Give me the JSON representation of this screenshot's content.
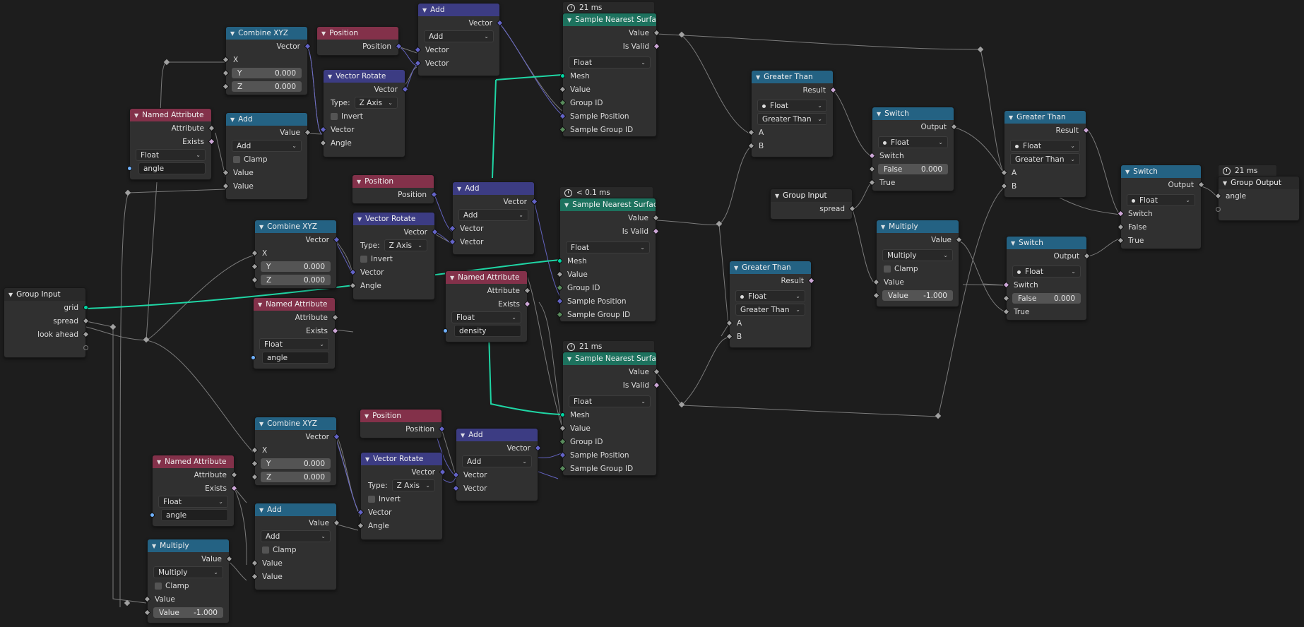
{
  "timers": {
    "t1": "21 ms",
    "t2": "< 0.1 ms",
    "t3": "21 ms",
    "t4": "21 ms"
  },
  "common": {
    "vector": "Vector",
    "x": "X",
    "y": "Y",
    "z": "Z",
    "zero": "0.000",
    "value": "Value",
    "angle": "Angle",
    "add": "Add",
    "clamp": "Clamp",
    "attribute": "Attribute",
    "exists": "Exists",
    "float": "Float",
    "position": "Position",
    "type": "Type:",
    "z_axis": "Z Axis",
    "invert": "Invert",
    "mesh": "Mesh",
    "is_valid": "Is Valid",
    "group_id": "Group ID",
    "sample_position": "Sample Position",
    "sample_group_id": "Sample Group ID",
    "result": "Result",
    "a": "A",
    "b": "B",
    "greater_than": "Greater Than",
    "output": "Output",
    "switch": "Switch",
    "false": "False",
    "true": "True",
    "multiply": "Multiply",
    "neg_one": "-1.000"
  },
  "nodes": {
    "combine_xyz": "Combine XYZ",
    "position": "Position",
    "add": "Add",
    "vector_rotate": "Vector Rotate",
    "named_attribute": "Named Attribute",
    "sample_nearest_surface": "Sample Nearest Surface",
    "greater_than": "Greater Than",
    "switch": "Switch",
    "multiply": "Multiply",
    "group_input": "Group Input",
    "group_output": "Group Output"
  },
  "group_input": {
    "grid": "grid",
    "spread": "spread",
    "look_ahead": "look ahead"
  },
  "group_output": {
    "angle": "angle"
  },
  "attributes": {
    "angle": "angle",
    "density": "density"
  }
}
